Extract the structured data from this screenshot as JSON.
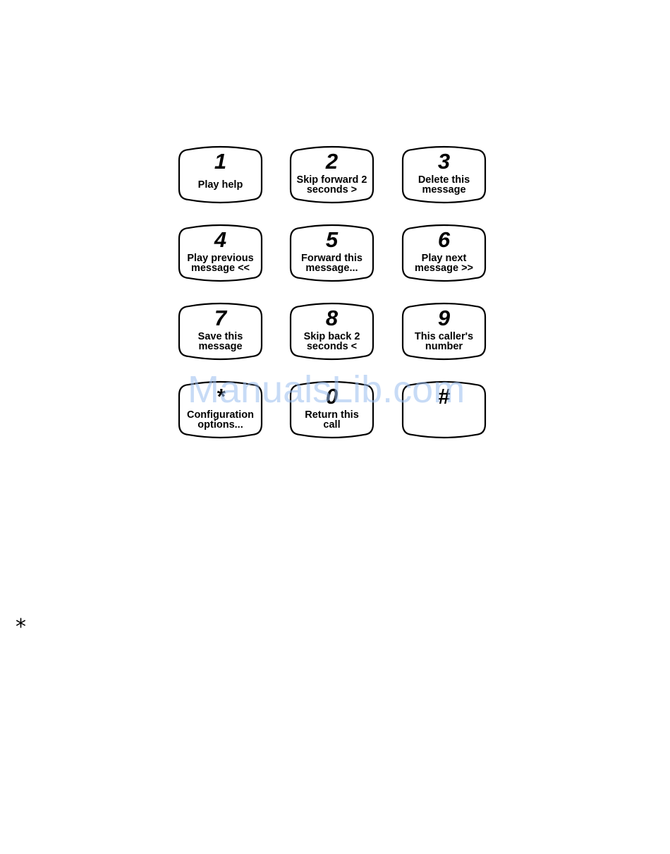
{
  "keypad": {
    "keys": [
      {
        "digit": "1",
        "lines": [
          "Play help"
        ]
      },
      {
        "digit": "2",
        "lines": [
          "Skip forward 2",
          "seconds >"
        ]
      },
      {
        "digit": "3",
        "lines": [
          "Delete this",
          "message"
        ]
      },
      {
        "digit": "4",
        "lines": [
          "Play previous",
          "message <<"
        ]
      },
      {
        "digit": "5",
        "lines": [
          "Forward this",
          "message..."
        ]
      },
      {
        "digit": "6",
        "lines": [
          "Play next",
          "message >>"
        ]
      },
      {
        "digit": "7",
        "lines": [
          "Save this",
          "message"
        ]
      },
      {
        "digit": "8",
        "lines": [
          "Skip back 2",
          "seconds <"
        ]
      },
      {
        "digit": "9",
        "lines": [
          "This caller's",
          "number"
        ]
      },
      {
        "digit": "*",
        "lines": [
          "Configuration",
          "options..."
        ]
      },
      {
        "digit": "0",
        "lines": [
          "Return this",
          "call"
        ]
      },
      {
        "digit": "#",
        "lines": []
      }
    ]
  },
  "watermark": "ManualsLib.com",
  "footnote_symbol": "*"
}
